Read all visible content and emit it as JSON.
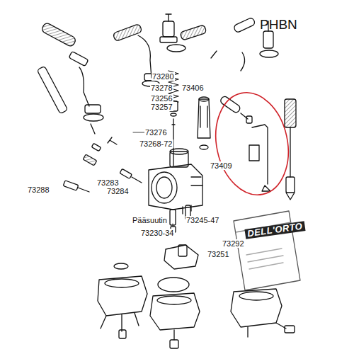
{
  "diagram": {
    "title": "PHBN",
    "labels": [
      "73280",
      "73278",
      "73406",
      "73256",
      "73257",
      "73276",
      "73268-72",
      "73409",
      "73288",
      "73283",
      "73284",
      "Pääsuutin",
      "73245-47",
      "73230-34",
      "73292",
      "73251",
      "DELL'ORTO"
    ]
  }
}
